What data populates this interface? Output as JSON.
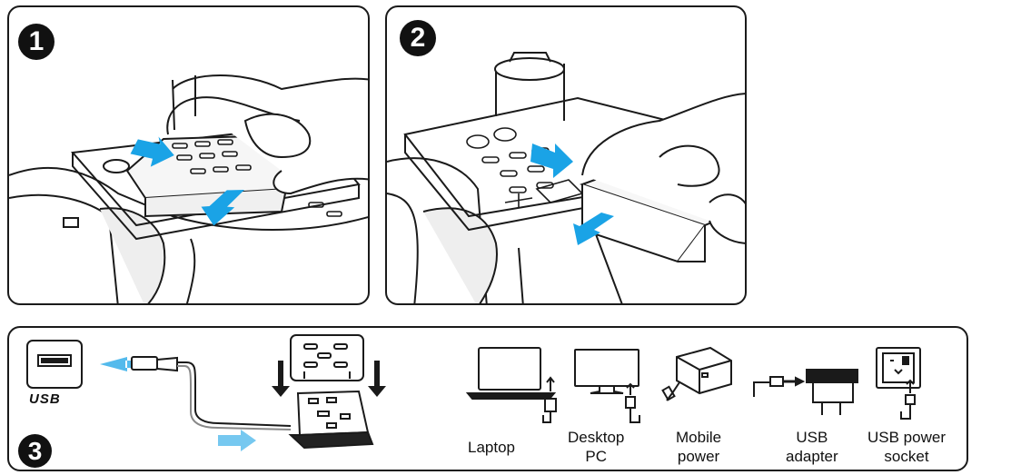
{
  "steps": {
    "one": "1",
    "two": "2",
    "three": "3"
  },
  "usb_logo": "USB",
  "devices": [
    {
      "label": "Laptop"
    },
    {
      "label": "Desktop\nPC"
    },
    {
      "label": "Mobile\npower"
    },
    {
      "label": "USB\nadapter"
    },
    {
      "label": "USB power\nsocket"
    }
  ],
  "colors": {
    "arrow_blue": "#1aa3e6",
    "outline": "#1a1a1a",
    "shadow_gray": "#d9d9d9"
  }
}
